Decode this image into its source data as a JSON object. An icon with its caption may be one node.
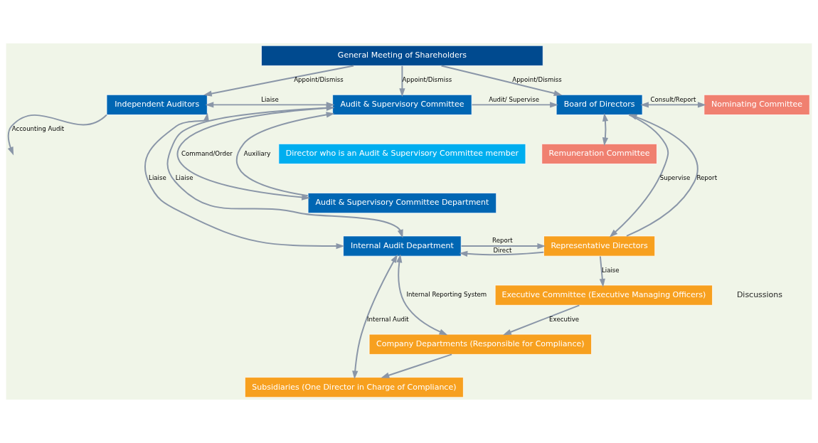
{
  "diagram": {
    "nodes": [
      {
        "text": [
          "General Meeting of Shareholders"
        ]
      },
      {
        "text": [
          "Independent Auditors"
        ]
      },
      {
        "text": [
          "Audit & Supervisory Committee"
        ]
      },
      {
        "text": [
          "Board of Directors"
        ]
      },
      {
        "text": [
          "Director who is an Audit & Supervisory Committee member"
        ]
      },
      {
        "text": [
          "Nominating Committee"
        ]
      },
      {
        "text": [
          "Remuneration Committee"
        ]
      },
      {
        "text": [
          "Audit & Supervisory Committee Department"
        ]
      },
      {
        "text": [
          "Internal Audit Department"
        ]
      },
      {
        "text": [
          "Representative Directors"
        ]
      },
      {
        "text": [
          "Executive Committee (Executive Managing Officers)"
        ]
      },
      {
        "text": [
          "Company Departments (Responsible for Compliance)"
        ]
      },
      {
        "text": [
          "Subsidiaries (One Director in Charge of Compliance)"
        ]
      }
    ],
    "edges": [
      {
        "from": 0,
        "to": 1,
        "arrow": "to",
        "label": "Appoint/Dismiss"
      },
      {
        "from": 0,
        "to": 2,
        "arrow": "to",
        "label": "Appoint/Dismiss"
      },
      {
        "from": 0,
        "to": 3,
        "arrow": "to",
        "label": "Appoint/Dismiss"
      },
      {
        "from": 1,
        "to": 2,
        "arrow": "both",
        "label": "Liaise"
      },
      {
        "from": 2,
        "to": 3,
        "arrow": "to",
        "label": "Audit/ Supervise"
      },
      {
        "from": 3,
        "to": 5,
        "arrow": "both",
        "label": "Consult/Report"
      },
      {
        "from": 3,
        "to": 6,
        "arrow": "both"
      },
      {
        "from": 7,
        "to": 2,
        "arrow": "to",
        "label": "Auxiliary"
      },
      {
        "from": 2,
        "to": 7,
        "arrow": "to",
        "label": "Command/Order"
      },
      {
        "from": 2,
        "to": 8,
        "arrow": "both",
        "label": "Liaise"
      },
      {
        "from": 1,
        "to": 8,
        "arrow": "both",
        "label": "Liaise"
      },
      {
        "from": 1,
        "to": null,
        "arrow": "to",
        "label": "Accounting Audit"
      },
      {
        "from": 3,
        "to": 9,
        "arrow": "to",
        "label": "Supervise"
      },
      {
        "from": 9,
        "to": 3,
        "arrow": "to",
        "label": "Report"
      },
      {
        "from": 9,
        "to": 8,
        "arrow": "to",
        "label": "Direct"
      },
      {
        "from": 8,
        "to": 9,
        "arrow": "to",
        "label": "Report"
      },
      {
        "from": 9,
        "to": 10,
        "arrow": "to",
        "label": "Liaise"
      },
      {
        "from": 10,
        "to": 11,
        "arrow": "to",
        "label": "Executive"
      },
      {
        "from": 11,
        "to": 12,
        "arrow": "to"
      },
      {
        "from": 8,
        "to": 11,
        "arrow": "both",
        "label": "Internal Reporting System"
      },
      {
        "from": 8,
        "to": 12,
        "arrow": "both",
        "label": "Internal Audit"
      }
    ],
    "labels": [
      "Discussions"
    ]
  }
}
